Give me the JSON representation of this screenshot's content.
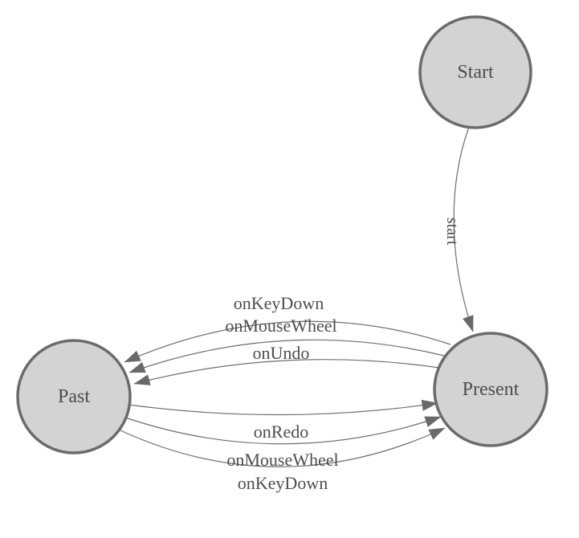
{
  "diagram": {
    "type": "state-machine",
    "background": "#ffffff",
    "colors": {
      "node_fill": "#d3d3d3",
      "node_stroke": "#6b6b6b",
      "edge": "#6e6e6e",
      "arrow": "#696969",
      "text": "#4d4d4d"
    },
    "nodes": [
      {
        "id": "start",
        "label": "Start"
      },
      {
        "id": "past",
        "label": "Past"
      },
      {
        "id": "present",
        "label": "Present"
      }
    ],
    "edges": [
      {
        "from": "start",
        "to": "present",
        "label": "start"
      },
      {
        "from": "present",
        "to": "past",
        "label": "onKeyDown"
      },
      {
        "from": "present",
        "to": "past",
        "label": "onMouseWheel"
      },
      {
        "from": "present",
        "to": "past",
        "label": "onUndo"
      },
      {
        "from": "past",
        "to": "present",
        "label": "onRedo"
      },
      {
        "from": "past",
        "to": "present",
        "label": "onMouseWheel"
      },
      {
        "from": "past",
        "to": "present",
        "label": "onKeyDown"
      }
    ]
  }
}
